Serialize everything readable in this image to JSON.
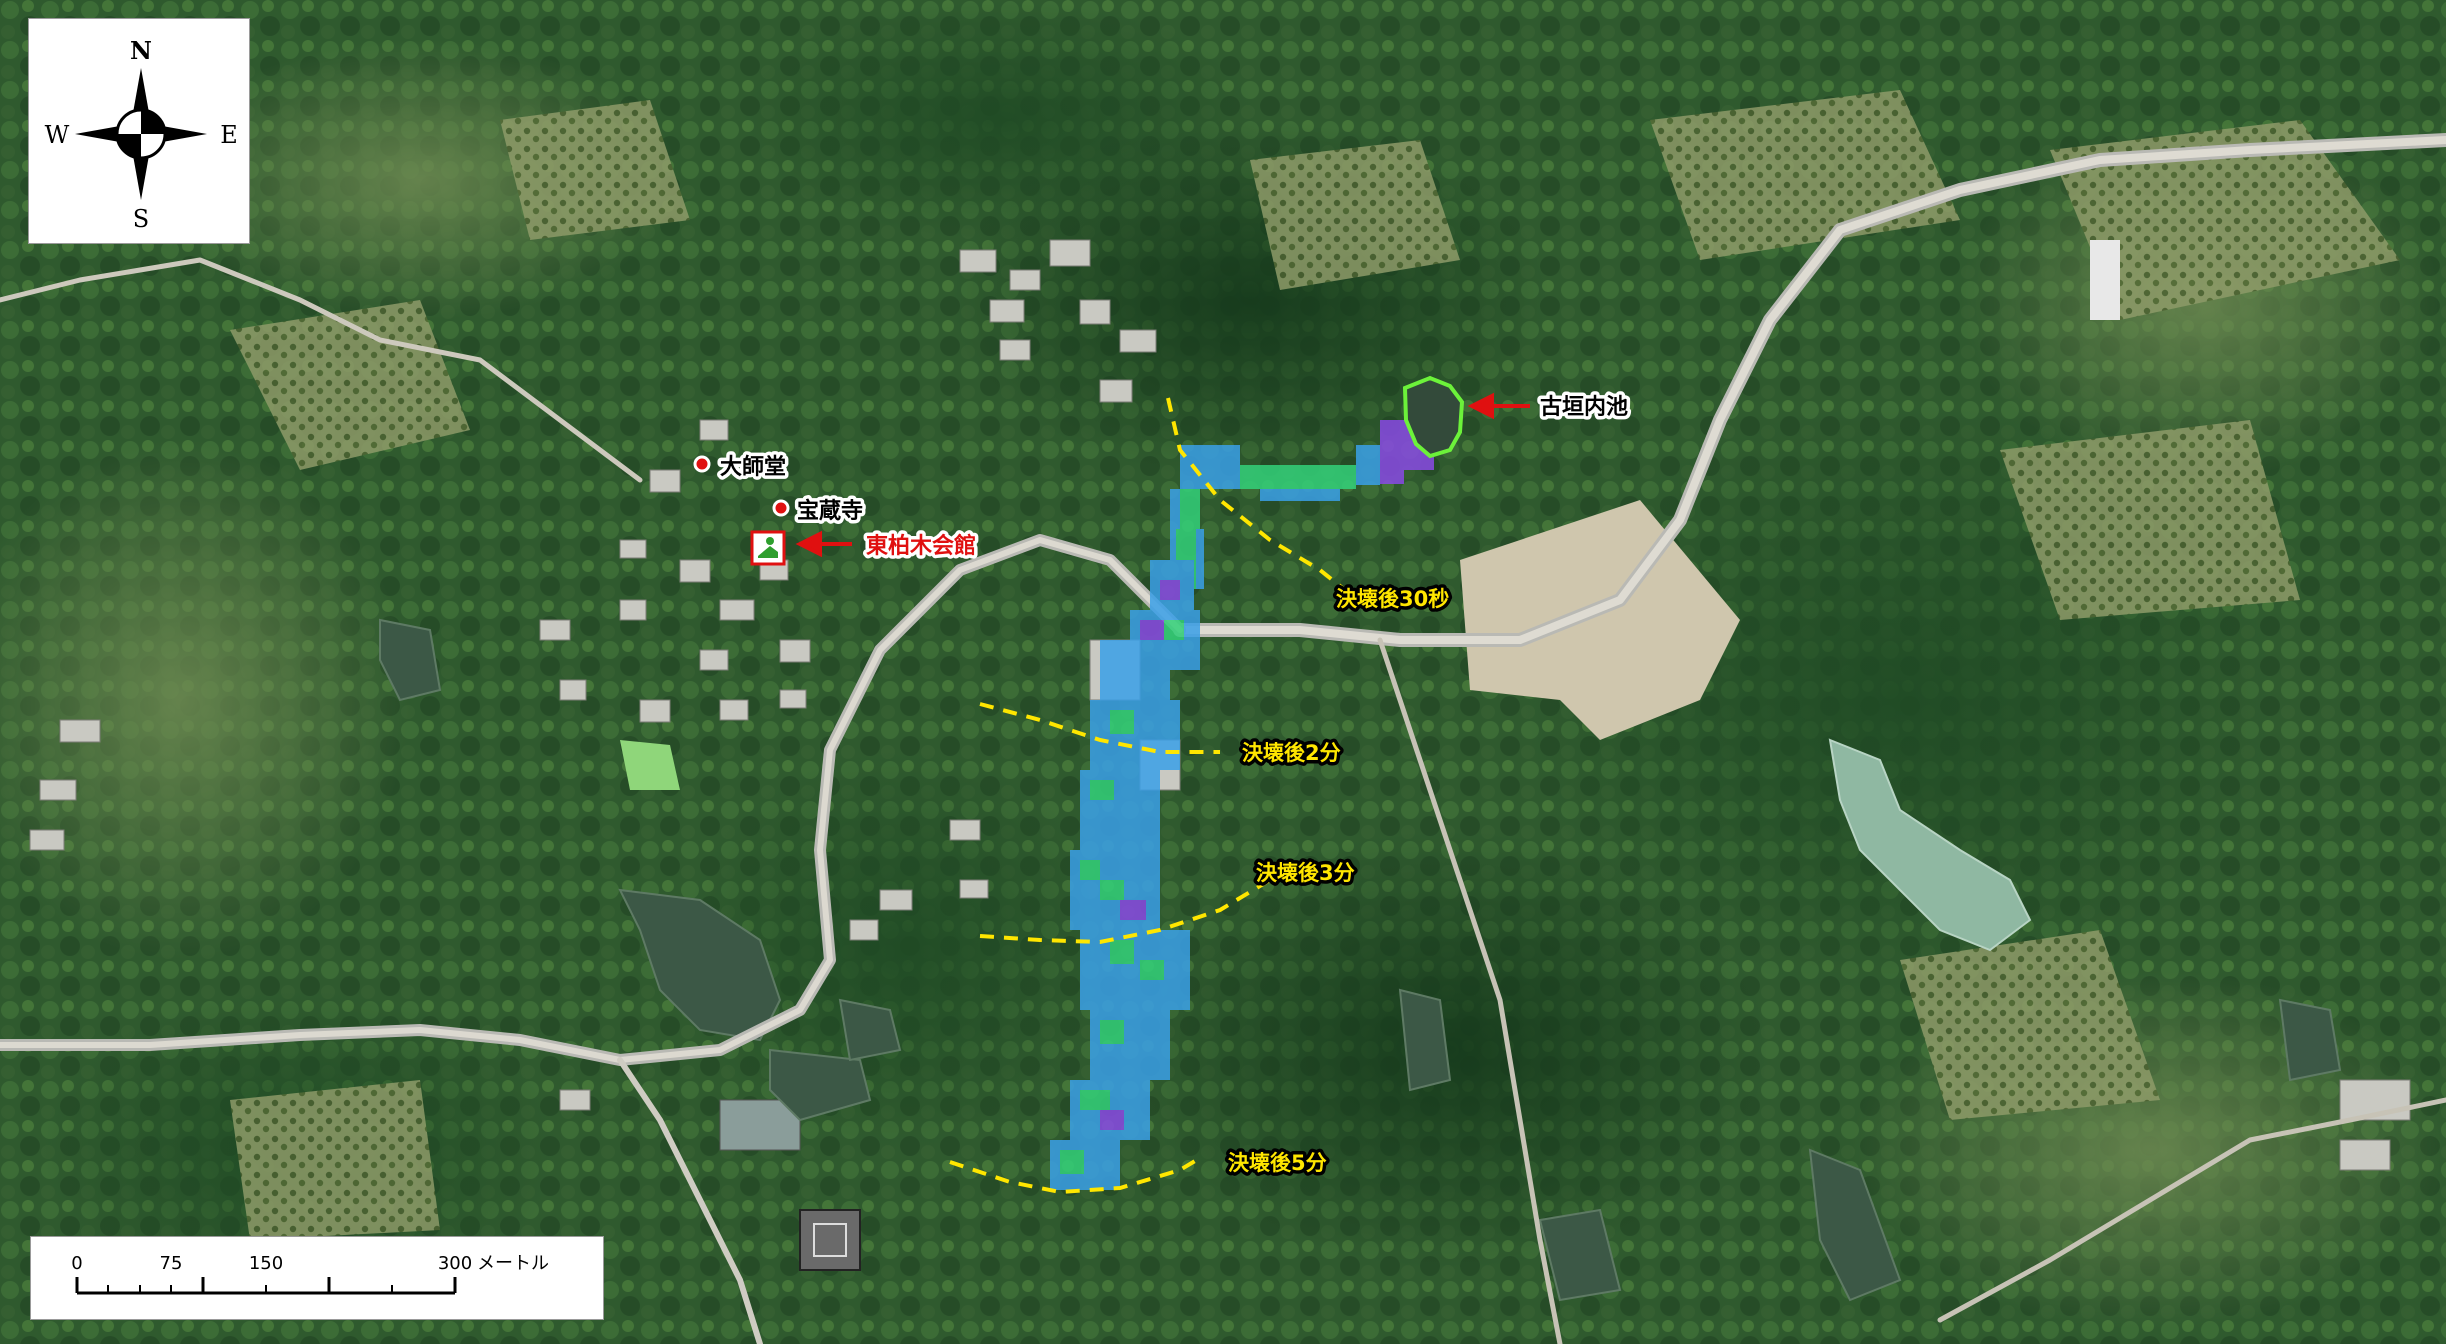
{
  "compass": {
    "north": "N",
    "south": "S",
    "west": "W",
    "east": "E"
  },
  "places": {
    "daishido": "大師堂",
    "hozoji": "宝蔵寺",
    "kaikan": "東柏木会館",
    "pond": "古垣内池"
  },
  "time_labels": {
    "t30s": "決壊後30秒",
    "t2m": "決壊後2分",
    "t3m": "決壊後3分",
    "t5m": "決壊後5分"
  },
  "scale": {
    "ticks": [
      "0",
      "75",
      "150",
      "300"
    ],
    "unit": "メートル"
  },
  "colors": {
    "pond_outline": "#6cf23a",
    "arrow": "#e01010",
    "time_line": "#ffe600",
    "poi_dot": "#e01010",
    "kaikan_label": "#e01010",
    "kaikan_icon_border": "#e01010",
    "kaikan_icon": "#2e9e2e",
    "flood_blue": "#3aa0e8",
    "flood_green": "#33d17a",
    "flood_purple": "#8a4ae6"
  }
}
